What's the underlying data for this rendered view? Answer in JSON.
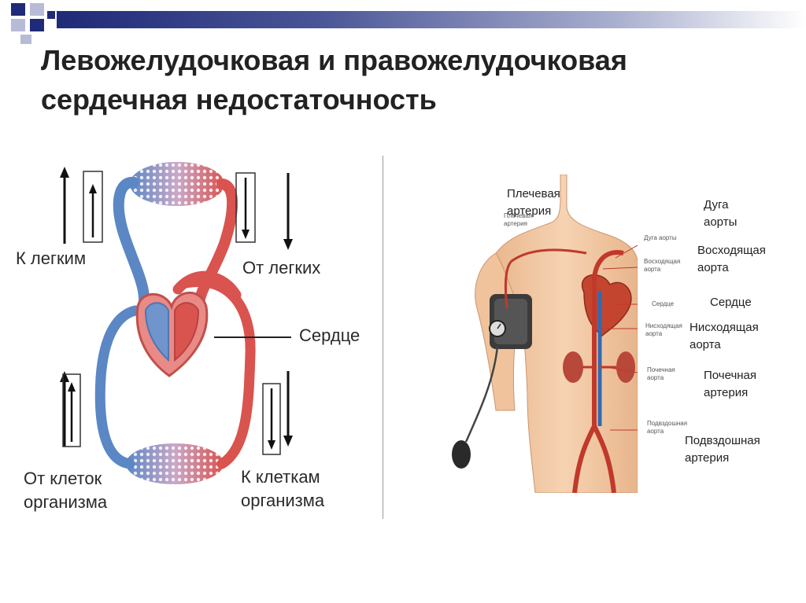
{
  "slide": {
    "title_line1": "Левожелудочковая и правожелудочковая",
    "title_line2": "сердечная недостаточность"
  },
  "circulation": {
    "to_lungs": "К легким",
    "from_lungs": "От легких",
    "heart": "Сердце",
    "from_cells_line1": "От клеток",
    "from_cells_line2": "организма",
    "to_cells_line1": "К клеткам",
    "to_cells_line2": "организма"
  },
  "anatomy": {
    "labels": {
      "brachial_line1": "Плечевая",
      "brachial_line2": "артерия",
      "arch_line1": "Дуга",
      "arch_line2": "аорты",
      "ascending_line1": "Восходящая",
      "ascending_line2": "аорта",
      "heart": "Сердце",
      "descending_line1": "Нисходящая",
      "descending_line2": "аорта",
      "renal_line1": "Почечная",
      "renal_line2": "артерия",
      "iliac_line1": "Подвздошная",
      "iliac_line2": "артерия"
    },
    "small_labels": {
      "brachial_line1": "Плечевая",
      "brachial_line2": "артерия",
      "arch": "Дуга аорты",
      "ascending_line1": "Восходящая",
      "ascending_line2": "аорта",
      "heart": "Сердце",
      "descending_line1": "Нисходящая",
      "descending_line2": "аорта",
      "renal_line1": "Почечная",
      "renal_line2": "аорта",
      "iliac_line1": "Подвздошная",
      "iliac_line2": "аорта"
    }
  },
  "colors": {
    "artery_red": "#d9534f",
    "vein_blue": "#5b87c4",
    "title_bar_dark": "#1f2a78",
    "skin": "#f3c9a2"
  }
}
